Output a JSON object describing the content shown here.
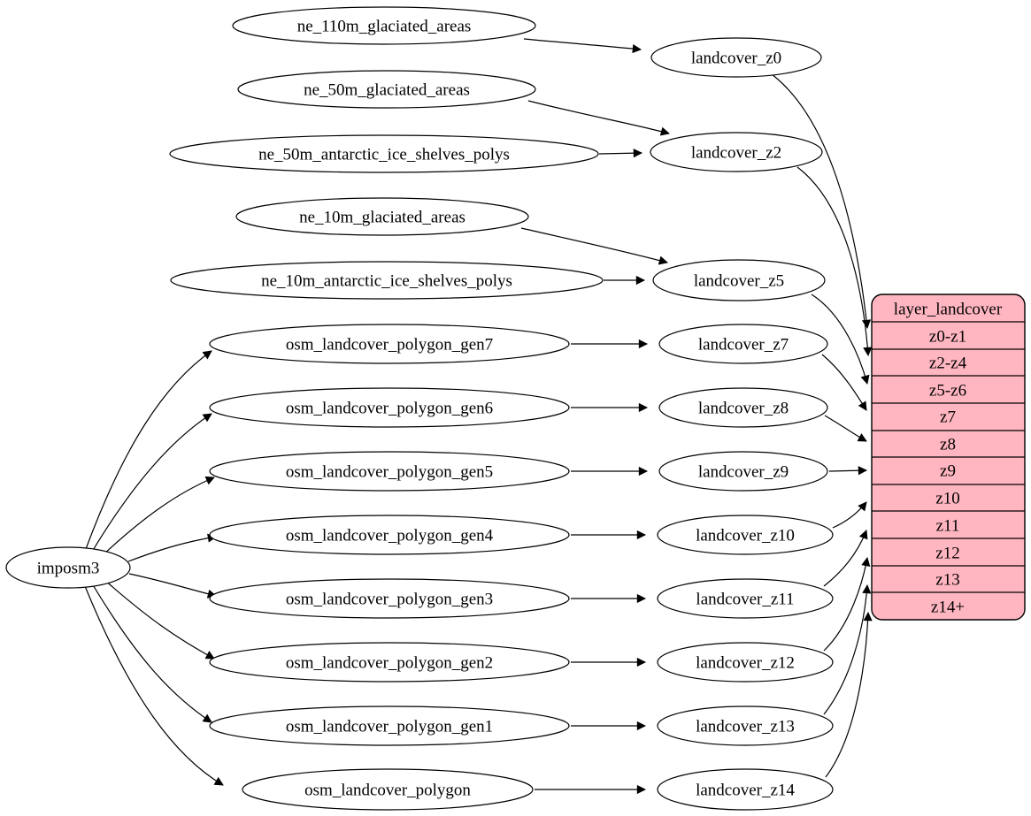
{
  "nodes": {
    "imposm3": "imposm3",
    "ne_110m_glaciated_areas": "ne_110m_glaciated_areas",
    "ne_50m_glaciated_areas": "ne_50m_glaciated_areas",
    "ne_50m_antarctic_ice_shelves_polys": "ne_50m_antarctic_ice_shelves_polys",
    "ne_10m_glaciated_areas": "ne_10m_glaciated_areas",
    "ne_10m_antarctic_ice_shelves_polys": "ne_10m_antarctic_ice_shelves_polys",
    "osm_landcover_polygon_gen7": "osm_landcover_polygon_gen7",
    "osm_landcover_polygon_gen6": "osm_landcover_polygon_gen6",
    "osm_landcover_polygon_gen5": "osm_landcover_polygon_gen5",
    "osm_landcover_polygon_gen4": "osm_landcover_polygon_gen4",
    "osm_landcover_polygon_gen3": "osm_landcover_polygon_gen3",
    "osm_landcover_polygon_gen2": "osm_landcover_polygon_gen2",
    "osm_landcover_polygon_gen1": "osm_landcover_polygon_gen1",
    "osm_landcover_polygon": "osm_landcover_polygon",
    "landcover_z0": "landcover_z0",
    "landcover_z2": "landcover_z2",
    "landcover_z5": "landcover_z5",
    "landcover_z7": "landcover_z7",
    "landcover_z8": "landcover_z8",
    "landcover_z9": "landcover_z9",
    "landcover_z10": "landcover_z10",
    "landcover_z11": "landcover_z11",
    "landcover_z12": "landcover_z12",
    "landcover_z13": "landcover_z13",
    "landcover_z14": "landcover_z14"
  },
  "record": {
    "title": "layer_landcover",
    "rows": [
      "z0-z1",
      "z2-z4",
      "z5-z6",
      "z7",
      "z8",
      "z9",
      "z10",
      "z11",
      "z12",
      "z13",
      "z14+"
    ]
  },
  "colors": {
    "record_fill": "#ffb6c1",
    "node_fill": "#ffffff",
    "edge_stroke": "#000000"
  },
  "edges": [
    [
      "ne_110m_glaciated_areas",
      "landcover_z0"
    ],
    [
      "ne_50m_glaciated_areas",
      "landcover_z2"
    ],
    [
      "ne_50m_antarctic_ice_shelves_polys",
      "landcover_z2"
    ],
    [
      "ne_10m_glaciated_areas",
      "landcover_z5"
    ],
    [
      "ne_10m_antarctic_ice_shelves_polys",
      "landcover_z5"
    ],
    [
      "imposm3",
      "osm_landcover_polygon_gen7"
    ],
    [
      "imposm3",
      "osm_landcover_polygon_gen6"
    ],
    [
      "imposm3",
      "osm_landcover_polygon_gen5"
    ],
    [
      "imposm3",
      "osm_landcover_polygon_gen4"
    ],
    [
      "imposm3",
      "osm_landcover_polygon_gen3"
    ],
    [
      "imposm3",
      "osm_landcover_polygon_gen2"
    ],
    [
      "imposm3",
      "osm_landcover_polygon_gen1"
    ],
    [
      "imposm3",
      "osm_landcover_polygon"
    ],
    [
      "osm_landcover_polygon_gen7",
      "landcover_z7"
    ],
    [
      "osm_landcover_polygon_gen6",
      "landcover_z8"
    ],
    [
      "osm_landcover_polygon_gen5",
      "landcover_z9"
    ],
    [
      "osm_landcover_polygon_gen4",
      "landcover_z10"
    ],
    [
      "osm_landcover_polygon_gen3",
      "landcover_z11"
    ],
    [
      "osm_landcover_polygon_gen2",
      "landcover_z12"
    ],
    [
      "osm_landcover_polygon_gen1",
      "landcover_z13"
    ],
    [
      "osm_landcover_polygon",
      "landcover_z14"
    ],
    [
      "landcover_z0",
      "layer_landcover:z0-z1"
    ],
    [
      "landcover_z2",
      "layer_landcover:z2-z4"
    ],
    [
      "landcover_z5",
      "layer_landcover:z5-z6"
    ],
    [
      "landcover_z7",
      "layer_landcover:z7"
    ],
    [
      "landcover_z8",
      "layer_landcover:z8"
    ],
    [
      "landcover_z9",
      "layer_landcover:z9"
    ],
    [
      "landcover_z10",
      "layer_landcover:z10"
    ],
    [
      "landcover_z11",
      "layer_landcover:z11"
    ],
    [
      "landcover_z12",
      "layer_landcover:z12"
    ],
    [
      "landcover_z13",
      "layer_landcover:z13"
    ],
    [
      "landcover_z14",
      "layer_landcover:z14+"
    ]
  ]
}
